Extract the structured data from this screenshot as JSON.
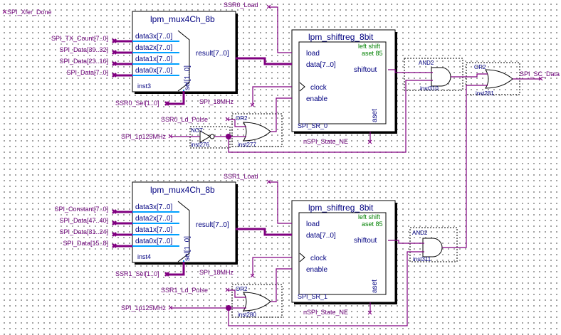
{
  "signals": {
    "xfer_done": "SPI_Xfer_Done",
    "ssr0_load": "SSR0_Load",
    "ssr1_load": "SSR1_Load",
    "sc_data": "SPI_SC_Data",
    "ssr0_ld_pulse": "SSR0_Ld_Pulse",
    "ssr1_ld_pulse": "SSR1_Ld_Pulse",
    "clk125_0": "SPI_1p125MHz",
    "clk125_1": "SPI_1p125MHz",
    "clk18_0": "SPI_18MHz",
    "clk18_1": "SPI_18MHz",
    "state0": "nSPI_State_NE",
    "state1": "nSPI_State_NE",
    "ssr0_sel": "SSR0_Sel[1..0]",
    "ssr1_sel": "SSR1_Sel[1..0]"
  },
  "mux0": {
    "title": "lpm_mux4Ch_8b",
    "instance": "inst3",
    "pins": [
      "data3x[7..0]",
      "data2x[7..0]",
      "data1x[7..0]",
      "data0x[7..0]"
    ],
    "result": "result[7..0]",
    "sel": "sel[1..0]",
    "inputs": [
      "SPI_TX_Count[7..0]",
      "SPI_Data[39..32]",
      "SPI_Data[23..16]",
      "SPI_Data[7..0]"
    ]
  },
  "mux1": {
    "title": "lpm_mux4Ch_8b",
    "instance": "inst4",
    "pins": [
      "data3x[7..0]",
      "data2x[7..0]",
      "data1x[7..0]",
      "data0x[7..0]"
    ],
    "result": "result[7..0]",
    "sel": "sel[1..0]",
    "inputs": [
      "SPI_Constant[7..0]",
      "SPI_Data[47..40]",
      "SPI_Data[31..24]",
      "SPI_Data[15..8]"
    ]
  },
  "sr0": {
    "title": "lpm_shiftreg_8bit",
    "instance": "SPI_SR_0",
    "pins": {
      "load": "load",
      "data": "data[7..0]",
      "clock": "clock",
      "enable": "enable",
      "shiftout": "shiftout",
      "aset": "aset"
    },
    "notes": [
      "left shift",
      "aset 85"
    ]
  },
  "sr1": {
    "title": "lpm_shiftreg_8bit",
    "instance": "SPI_SR_1",
    "pins": {
      "load": "load",
      "data": "data[7..0]",
      "clock": "clock",
      "enable": "enable",
      "shiftout": "shiftout",
      "aset": "aset"
    },
    "notes": [
      "left shift",
      "aset 85"
    ]
  },
  "gates": {
    "and0": {
      "type": "AND2",
      "instance": "inst310"
    },
    "and1": {
      "type": "AND2",
      "instance": "inst311"
    },
    "or_out": {
      "type": "OR2",
      "instance": "inst281"
    },
    "or0": {
      "type": "OR2",
      "instance": "inst277"
    },
    "or1": {
      "type": "OR2",
      "instance": "inst280"
    },
    "not0": {
      "type": "NOT",
      "instance": "inst276"
    }
  }
}
